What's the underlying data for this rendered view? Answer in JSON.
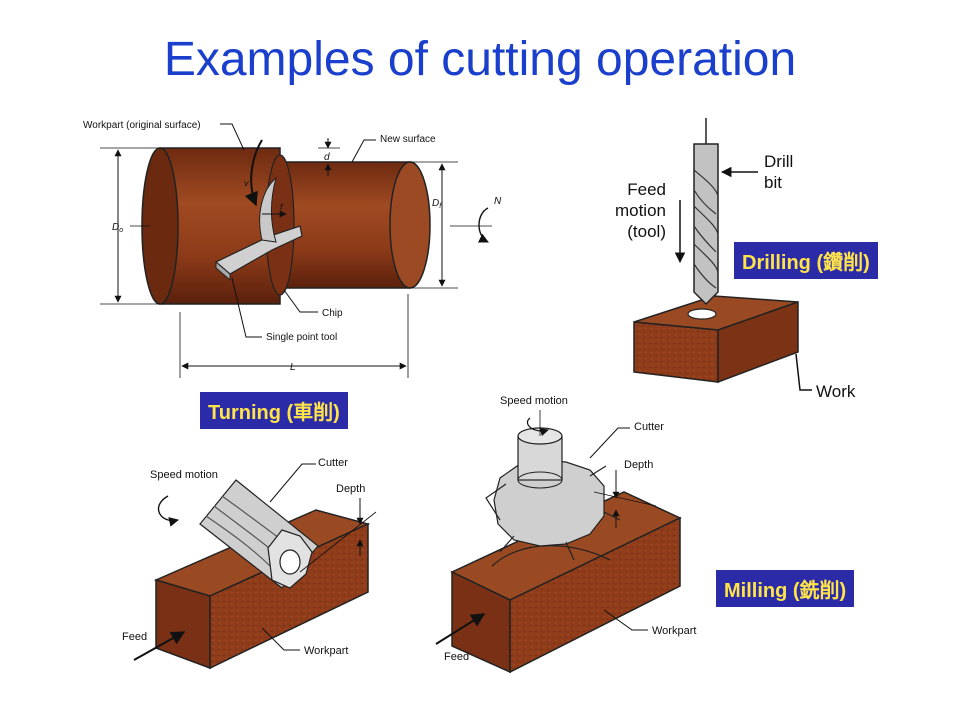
{
  "title": "Examples of cutting operation",
  "turning": {
    "badge_name": "Turning",
    "badge_cjk": "(車削)",
    "labels": {
      "workpart": "Workpart (original surface)",
      "new_surface": "New surface",
      "chip": "Chip",
      "single_point_tool": "Single point tool",
      "d0": "D",
      "d0_sub": "o",
      "df": "D",
      "df_sub": "f",
      "d": "d",
      "L": "L",
      "N": "N",
      "v": "v",
      "f": "f"
    }
  },
  "drilling": {
    "badge_name": "Drilling",
    "badge_cjk": "(鑽削)",
    "labels": {
      "drill_bit_1": "Drill",
      "drill_bit_2": "bit",
      "feed_1": "Feed",
      "feed_2": "motion",
      "feed_3": "(tool)",
      "work": "Work"
    }
  },
  "milling_left": {
    "labels": {
      "speed_motion": "Speed motion",
      "cutter": "Cutter",
      "depth": "Depth",
      "feed": "Feed",
      "workpart": "Workpart"
    }
  },
  "milling_right": {
    "badge_name": "Milling",
    "badge_cjk": "(銑削)",
    "labels": {
      "speed_motion": "Speed motion",
      "cutter": "Cutter",
      "depth": "Depth",
      "feed": "Feed",
      "workpart": "Workpart"
    }
  },
  "colors": {
    "title": "#1a3fcc",
    "badge_bg": "#2b2ba8",
    "badge_text": "#ffe34a",
    "workpiece": "#8a3a1a",
    "tool": "#c8c8c8"
  }
}
